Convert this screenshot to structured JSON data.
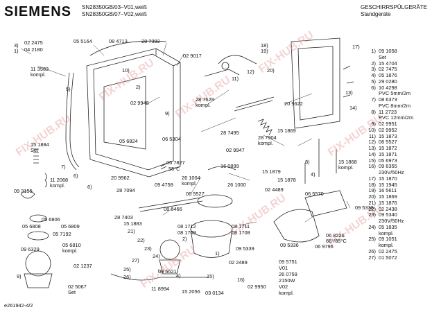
{
  "header": {
    "brand": "SIEMENS",
    "model_line_1": "SN28350GB/03–V01,weiß",
    "model_line_2": "SN28350GB/07–V02,weiß",
    "title_1": "GESCHIRRSPÜLGERÄTE",
    "title_2": "Standgeräte"
  },
  "watermark": "FIX-HUB.RU",
  "doc_id": "e261942-4/2",
  "parts_list": [
    {
      "num": "1)",
      "val": "09 1058"
    },
    {
      "num": "",
      "val": "Set"
    },
    {
      "num": "2)",
      "val": "15 4704"
    },
    {
      "num": "3)",
      "val": "02 7475"
    },
    {
      "num": "4)",
      "val": "05 1876"
    },
    {
      "num": "5)",
      "val": "29 0280"
    },
    {
      "num": "6)",
      "val": "10 4298"
    },
    {
      "num": "",
      "val": "PVC 5mm/2m"
    },
    {
      "num": "7)",
      "val": "08 6373"
    },
    {
      "num": "",
      "val": "PVC 8mm/2m"
    },
    {
      "num": "8)",
      "val": "11 2723"
    },
    {
      "num": "",
      "val": "PVC 12mm/2m"
    },
    {
      "num": "9)",
      "val": "02 9951"
    },
    {
      "num": "10)",
      "val": "02 9952"
    },
    {
      "num": "11)",
      "val": "15 1873"
    },
    {
      "num": "12)",
      "val": "06 5527"
    },
    {
      "num": "13)",
      "val": "15 1872"
    },
    {
      "num": "14)",
      "val": "15 1871"
    },
    {
      "num": "15)",
      "val": "05 6973"
    },
    {
      "num": "16)",
      "val": "09 6355"
    },
    {
      "num": "",
      "val": "230V/50Hz"
    },
    {
      "num": "17)",
      "val": "15 1870"
    },
    {
      "num": "18)",
      "val": "15 1945"
    },
    {
      "num": "19)",
      "val": "16 5611"
    },
    {
      "num": "20)",
      "val": "15 1869"
    },
    {
      "num": "21)",
      "val": "15 1876"
    },
    {
      "num": "22)",
      "val": "02 2438"
    },
    {
      "num": "23)",
      "val": "09 5340"
    },
    {
      "num": "",
      "val": "230V/50Hz"
    },
    {
      "num": "24)",
      "val": "05 1835"
    },
    {
      "num": "",
      "val": "kompl."
    },
    {
      "num": "25)",
      "val": "09 1051"
    },
    {
      "num": "",
      "val": "kompl."
    },
    {
      "num": "26)",
      "val": "02 2475"
    },
    {
      "num": "27)",
      "val": "01 5072"
    }
  ],
  "part_labels": {
    "l_022475": "02 2475",
    "l_042180": "04 2180",
    "l_113583": "11 3583",
    "l_kompl1": "kompl.",
    "l_055164": "05 5164",
    "l_084713": "08 4713",
    "l_287392": "28 7392",
    "l_029017": "02 9017",
    "l_029948": "02 9948",
    "l_151884": "15 1884",
    "l_set1": "Set",
    "l_056824": "05 6824",
    "l_065304": "06 5304",
    "l_287629": "28 7629",
    "l_kompl2": "kompl.",
    "l_287495": "28 7495",
    "l_029947": "02 9947",
    "l_287904": "28 7904",
    "l_kompl3": "kompl.",
    "l_209622": "20 9622",
    "l_151869": "15 1869",
    "l_151868": "15 1868",
    "l_kompl4": "kompl.",
    "l_151879": "15 1879",
    "l_151878": "15 1878",
    "l_112068": "11 2068",
    "l_kompl5": "kompl.",
    "l_209962": "20 9962",
    "l_067827": "06 7827",
    "l_55c": "55°C",
    "l_160899": "16 0899",
    "l_287094": "28 7094",
    "l_094758": "09 4758",
    "l_261004": "26 1004",
    "l_kompl6": "kompl.",
    "l_261000": "26 1000",
    "l_093155": "09 3155",
    "l_065527": "06 5527",
    "l_084666": "08 6466",
    "l_287403": "28 7403",
    "l_151883": "15 1883",
    "l_056808": "05 6808",
    "l_056806": "05 6806",
    "l_056809": "05 6809",
    "l_057192": "05 7192",
    "l_056810": "05 6810",
    "l_kompl7": "kompl.",
    "l_096329": "09 6329",
    "l_081712": "08 1712",
    "l_081711": "08 1711",
    "l_081709": "08 1709",
    "l_081708": "08 1708",
    "l_024489": "02 4489",
    "l_065570": "06 5570",
    "l_095338": "09 5338",
    "l_068226": "06 8226",
    "l_6585": "66°/85°C",
    "l_069796": "06 9796",
    "l_095339": "09 5339",
    "l_095336": "09 5336",
    "l_021237": "02 1237",
    "l_095751": "09 5751",
    "l_v01": "V01",
    "l_260759": "26 0759",
    "l_2150w": "2150W",
    "l_v02": "V02",
    "l_kompl8": "kompl.",
    "l_095621": "09 5621",
    "l_022489": "02 2489",
    "l_025067": "02 5067",
    "l_set2": "Set",
    "l_118994": "11 8994",
    "l_152056": "15 2056",
    "l_030134": "03 0134",
    "l_029950": "02 9950"
  },
  "callout_numbers": {
    "c3": "3)",
    "c1a": "1)",
    "c5": "5)",
    "c10": "10)",
    "c2a": "2)",
    "c9a": "9)",
    "c11": "11)",
    "c12": "12)",
    "c13": "13)",
    "c14": "14)",
    "c17": "17)",
    "c18": "18)",
    "c19": "19)",
    "c20": "20)",
    "c7": "7)",
    "c6a": "6)",
    "c8": "8)",
    "c4a": "4)",
    "c6b": "6)",
    "c21": "21)",
    "c22": "22)",
    "c23": "23)",
    "c24": "24)",
    "c25": "25)",
    "c26": "26)",
    "c27": "27)",
    "c15": "15)",
    "c16": "16)",
    "c9b": "9)",
    "c2b": "2)",
    "c4b": "4)",
    "c1b": "1)"
  }
}
